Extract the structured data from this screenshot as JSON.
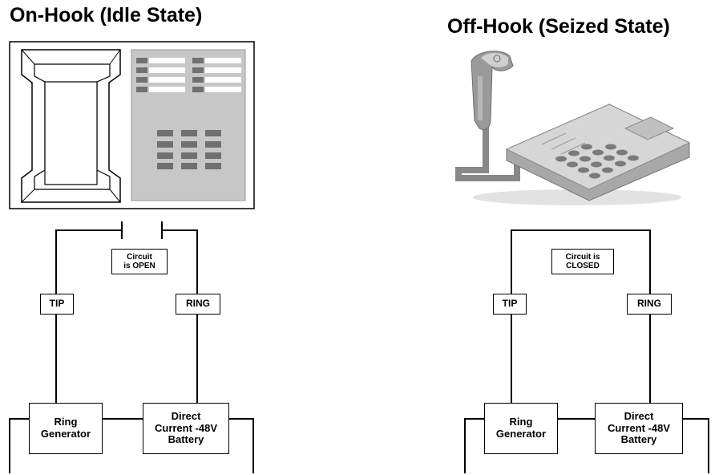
{
  "left": {
    "title": "On-Hook (Idle State)",
    "circuit_label": "Circuit\nis OPEN",
    "tip_label": "TIP",
    "ring_label": "RING",
    "ring_generator_label": "Ring\nGenerator",
    "battery_label": "Direct\nCurrent -48V\nBattery"
  },
  "right": {
    "title": "Off-Hook (Seized State)",
    "circuit_label": "Circuit is\nCLOSED",
    "tip_label": "TIP",
    "ring_label": "RING",
    "ring_generator_label": "Ring\nGenerator",
    "battery_label": "Direct\nCurrent -48V\nBattery"
  },
  "colors": {
    "phone_panel": "#c7c7c7",
    "phone_body": "#d3d3d3",
    "button_gray": "#707070",
    "line": "#000000"
  },
  "icons": [
    "desk-phone-top-view",
    "telephone-off-hook"
  ]
}
